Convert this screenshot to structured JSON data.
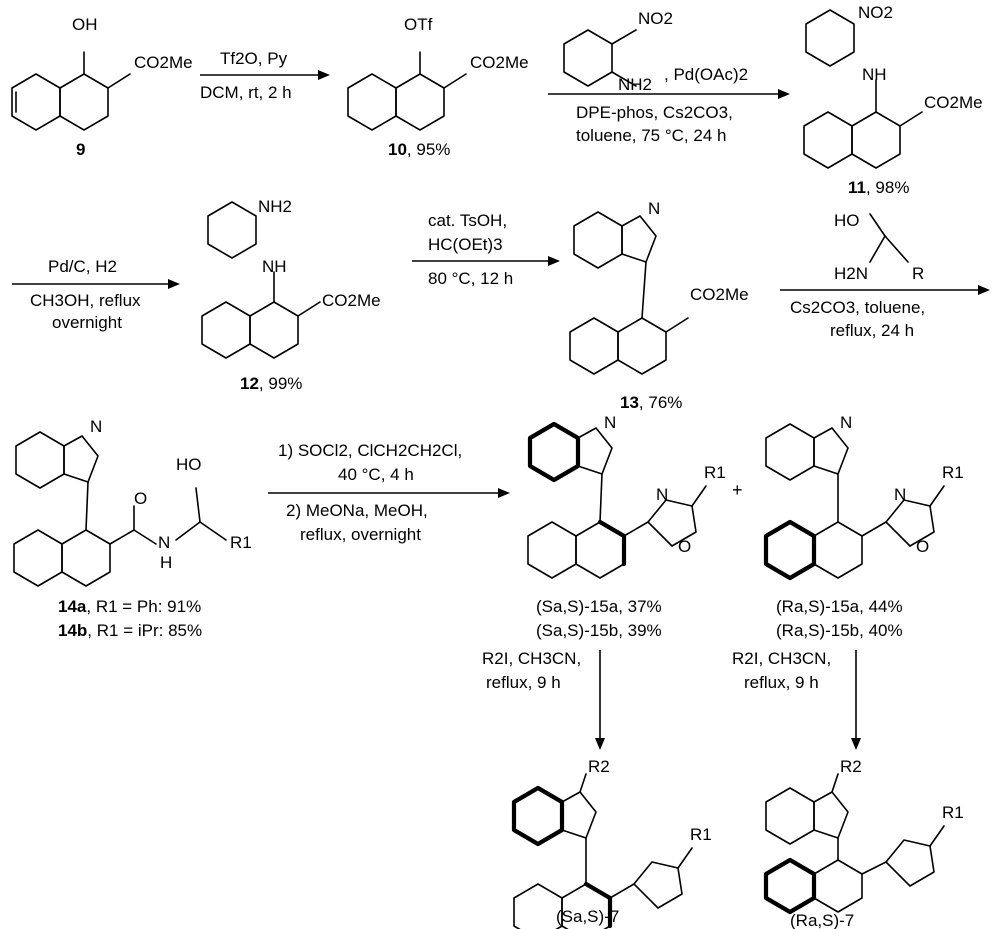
{
  "compounds": {
    "c9": {
      "label": "9",
      "oh": "OH",
      "ester": "CO2Me"
    },
    "c10": {
      "num": "10",
      "yield": ", 95%",
      "otf": "OTf",
      "ester": "CO2Me"
    },
    "c11": {
      "num": "11",
      "yield": ", 98%",
      "no2": "NO2",
      "nh": "NH",
      "ester": "CO2Me"
    },
    "c12": {
      "num": "12",
      "yield": ", 99%",
      "nh2": "NH2",
      "nh": "NH",
      "ester": "CO2Me"
    },
    "c13": {
      "num": "13",
      "yield": ", 76%",
      "n": "N",
      "ester": "CO2Me"
    },
    "c14": {
      "a_num": "14a",
      "a_rest": ", R1 = Ph: 91%",
      "b_num": "14b",
      "b_rest": ", R1 = iPr: 85%",
      "ho": "HO",
      "o": "O",
      "n": "N",
      "h": "H",
      "r1": "R1"
    },
    "c15": {
      "sa_a": "(Sa,S)-15a, 37%",
      "sa_b": "(Sa,S)-15b, 39%",
      "ra_a": "(Ra,S)-15a, 44%",
      "ra_b": "(Ra,S)-15b, 40%",
      "plus": "+",
      "n": "N",
      "o": "O",
      "r1": "R1"
    },
    "c7": {
      "sa": "(Sa,S)-7",
      "ra": "(Ra,S)-7",
      "r2": "R2"
    }
  },
  "conditions": {
    "step1": {
      "above": "Tf2O, Py",
      "below": "DCM, rt, 2 h"
    },
    "step2": {
      "reagent": "NH2",
      "no2": "NO2",
      "cat": ", Pd(OAc)2",
      "line1": "DPE-phos, Cs2CO3,",
      "line2": "toluene, 75 °C, 24 h"
    },
    "step3": {
      "above": "Pd/C, H2",
      "below1": "CH3OH, reflux",
      "below2": "overnight"
    },
    "step4": {
      "above1": "cat. TsOH,",
      "above2": "HC(OEt)3",
      "below": "80 °C, 12 h"
    },
    "step5": {
      "ho": "HO",
      "h2n": "H2N",
      "r": "R",
      "below1": "Cs2CO3, toluene,",
      "below2": "reflux, 24 h"
    },
    "step6": {
      "a1": "1) SOCl2, ClCH2CH2Cl,",
      "a2": "40 °C, 4 h",
      "b1": "2) MeONa, MeOH,",
      "b2": "reflux, overnight"
    },
    "step7": {
      "l1": "R2I, CH3CN,",
      "l2": "reflux, 9 h"
    },
    "step8": {
      "l1": "R2I, CH3CN,",
      "l2": "reflux, 9 h"
    }
  }
}
